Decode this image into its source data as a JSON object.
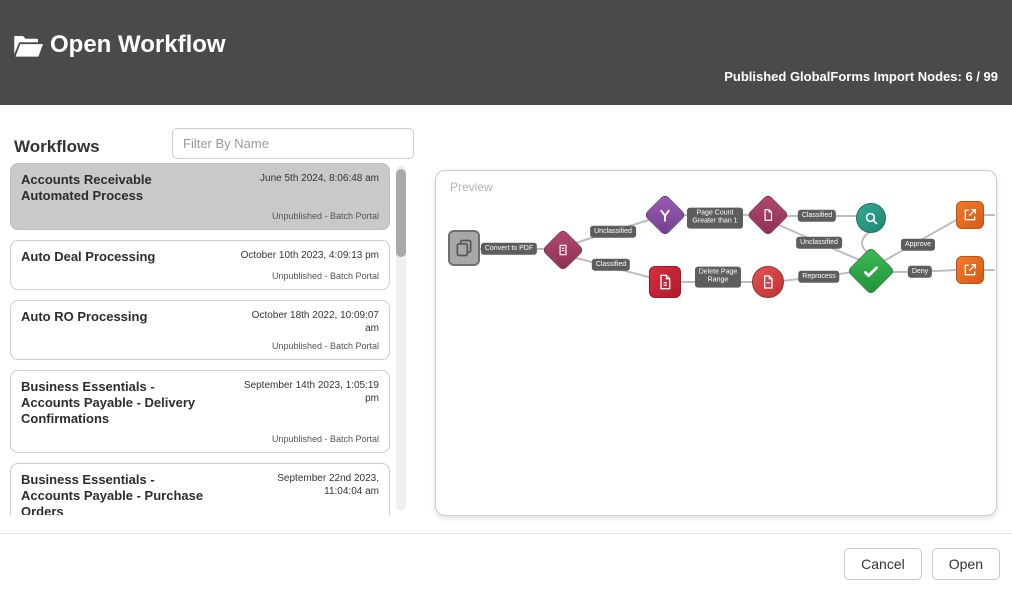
{
  "header": {
    "title": "Open Workflow",
    "published_info": "Published GlobalForms Import Nodes: 6 / 99"
  },
  "sidebar": {
    "title": "Workflows",
    "filter_placeholder": "Filter By Name",
    "workflows": [
      {
        "name": "Accounts Receivable Automated Process",
        "date": "June 5th 2024, 8:06:48 am",
        "status": "Unpublished - Batch Portal",
        "selected": true
      },
      {
        "name": "Auto Deal Processing",
        "date": "October 10th 2023, 4:09:13 pm",
        "status": "Unpublished - Batch Portal",
        "selected": false
      },
      {
        "name": "Auto RO Processing",
        "date": "October 18th 2022, 10:09:07 am",
        "status": "Unpublished - Batch Portal",
        "selected": false
      },
      {
        "name": "Business Essentials - Accounts Payable - Delivery Confirmations",
        "date": "September 14th 2023, 1:05:19 pm",
        "status": "Unpublished - Batch Portal",
        "selected": false
      },
      {
        "name": "Business Essentials - Accounts Payable - Purchase Orders",
        "date": "September 22nd 2023, 11:04:04 am",
        "status": "",
        "selected": false
      }
    ]
  },
  "preview": {
    "label": "Preview",
    "edge_labels": {
      "convert_to_pdf": "Convert to PDF",
      "unclassified_1": "Unclassified",
      "classified_1": "Classified",
      "page_count": "Page Count Greater than 1",
      "classified_2": "Classified",
      "unclassified_2": "Unclassified",
      "delete_page_range": "Delete Page Range",
      "reprocess": "Reprocess",
      "approve": "Approve",
      "deny": "Deny"
    },
    "nodes": [
      {
        "id": "import-documents",
        "icon": "copy-pages-icon",
        "shape": "rounded-square",
        "color": "#a8a8a8"
      },
      {
        "id": "classification",
        "icon": "classify-document-icon",
        "shape": "diamond",
        "color": "#9c3a5f"
      },
      {
        "id": "branch-split",
        "icon": "split-branch-icon",
        "shape": "diamond",
        "color": "#7e4a9e"
      },
      {
        "id": "split-document",
        "icon": "document-fold-icon",
        "shape": "diamond",
        "color": "#9c3a5f"
      },
      {
        "id": "verify",
        "icon": "magnifier-icon",
        "shape": "circle",
        "color": "#2e9c8b"
      },
      {
        "id": "pdf-export",
        "icon": "pdf-page-icon",
        "shape": "rounded-square",
        "color": "#c62534"
      },
      {
        "id": "delete-pages",
        "icon": "page-delete-icon",
        "shape": "circle",
        "color": "#d9404f"
      },
      {
        "id": "approval-check",
        "icon": "check-icon",
        "shape": "diamond",
        "color": "#2ba344"
      },
      {
        "id": "export-approve",
        "icon": "external-link-icon",
        "shape": "rounded-square",
        "color": "#e96e24"
      },
      {
        "id": "export-deny",
        "icon": "external-link-icon",
        "shape": "rounded-square",
        "color": "#e96e24"
      }
    ],
    "edge_color": "#bdbdbd",
    "pill_color": "#5d5d5d"
  },
  "footer": {
    "cancel_label": "Cancel",
    "open_label": "Open"
  },
  "colors": {
    "header_bg": "#4a4a4a",
    "selected_card_bg": "#c9c9c9"
  }
}
